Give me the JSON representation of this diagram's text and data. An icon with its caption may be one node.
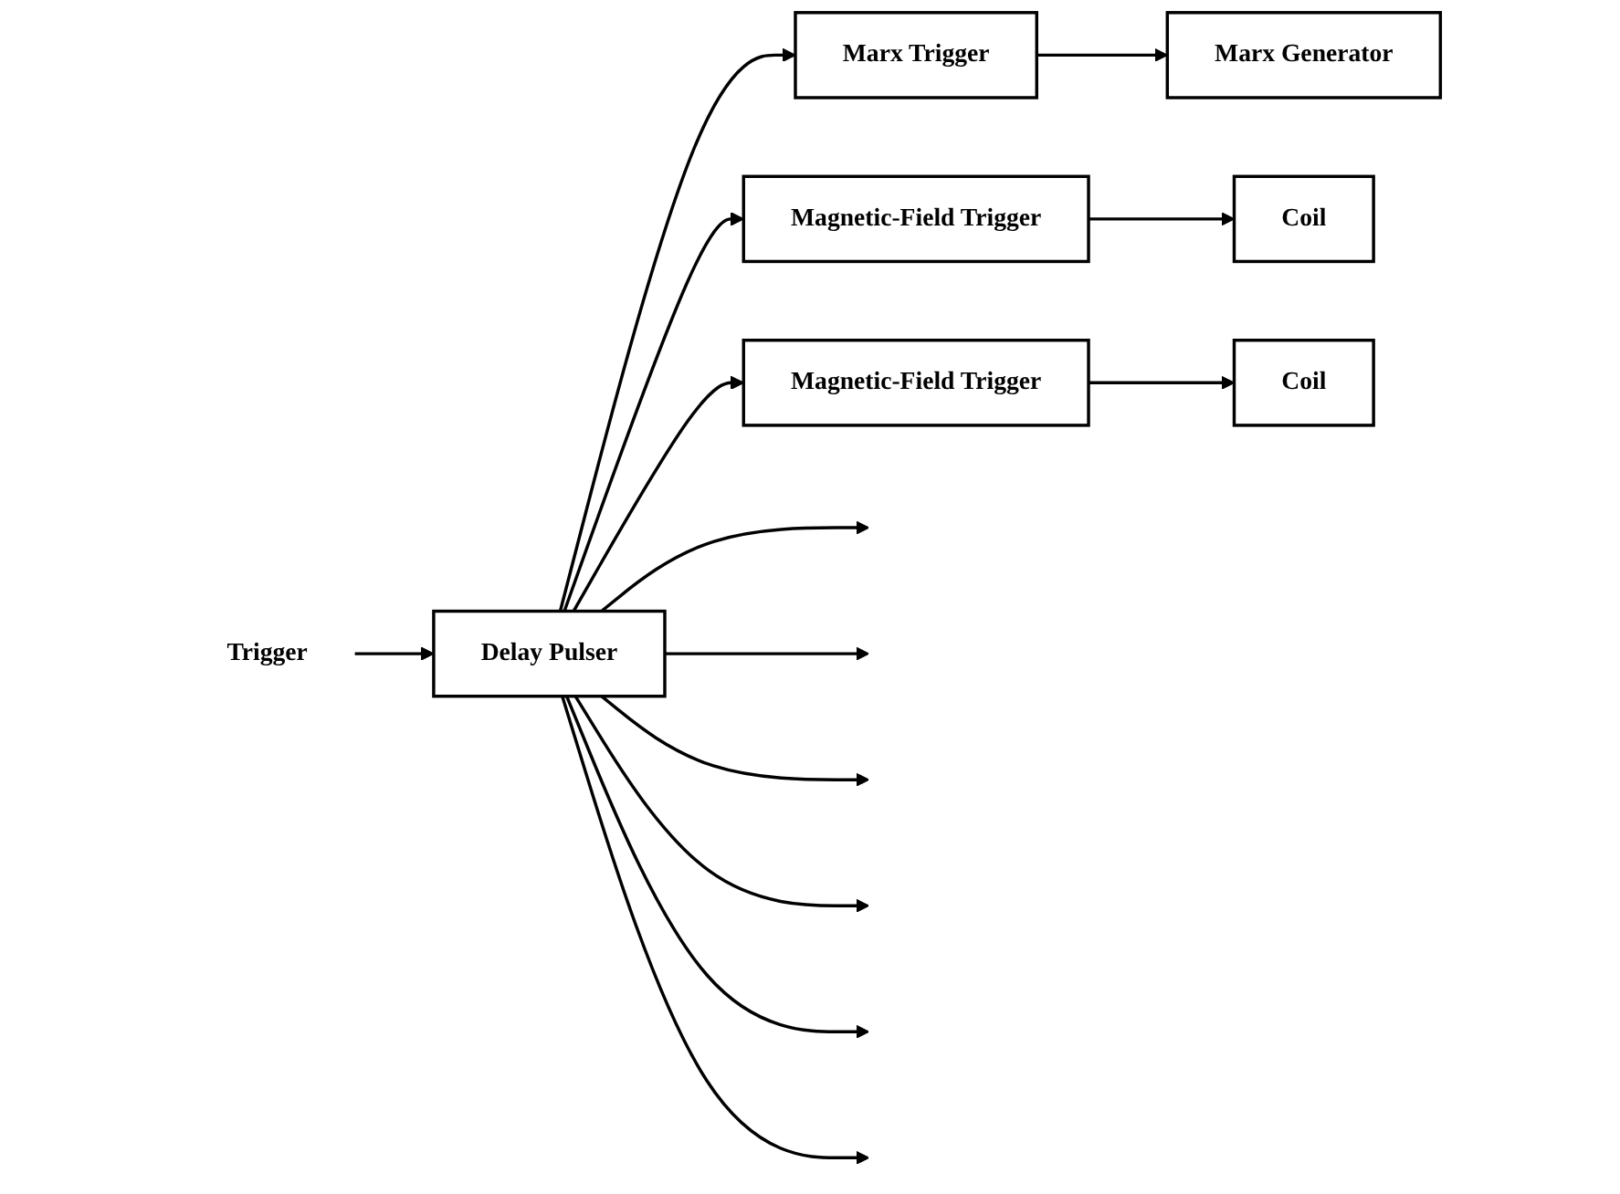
{
  "diagram": {
    "nodes": [
      {
        "text": [
          "Trigger"
        ]
      },
      {
        "text": [
          "Delay Pulser"
        ]
      },
      {
        "text": [
          "Marx Trigger"
        ]
      },
      {
        "text": [
          "Marx Generator"
        ]
      },
      {
        "text": [
          "Magnetic-Field Trigger"
        ]
      },
      {
        "text": [
          "Coil"
        ]
      },
      {
        "text": [
          "Magnetic-Field Trigger"
        ]
      },
      {
        "text": [
          "Coil"
        ]
      }
    ],
    "edges": [
      {
        "from": 0,
        "to": 1,
        "arrow": "to"
      },
      {
        "from": 1,
        "to": 2,
        "arrow": "to"
      },
      {
        "from": 2,
        "to": 3,
        "arrow": "to"
      },
      {
        "from": 1,
        "to": 4,
        "arrow": "to"
      },
      {
        "from": 4,
        "to": 5,
        "arrow": "to"
      },
      {
        "from": 1,
        "to": null,
        "arrow": "to"
      },
      {
        "from": 1,
        "to": null,
        "arrow": "to"
      },
      {
        "from": 1,
        "to": null,
        "arrow": "to"
      },
      {
        "from": 1,
        "to": 6,
        "arrow": "to"
      },
      {
        "from": 6,
        "to": 7,
        "arrow": "to"
      },
      {
        "from": 1,
        "to": null,
        "arrow": "to"
      },
      {
        "from": 1,
        "to": null,
        "arrow": "to"
      },
      {
        "from": 1,
        "to": null,
        "arrow": "to"
      }
    ]
  }
}
